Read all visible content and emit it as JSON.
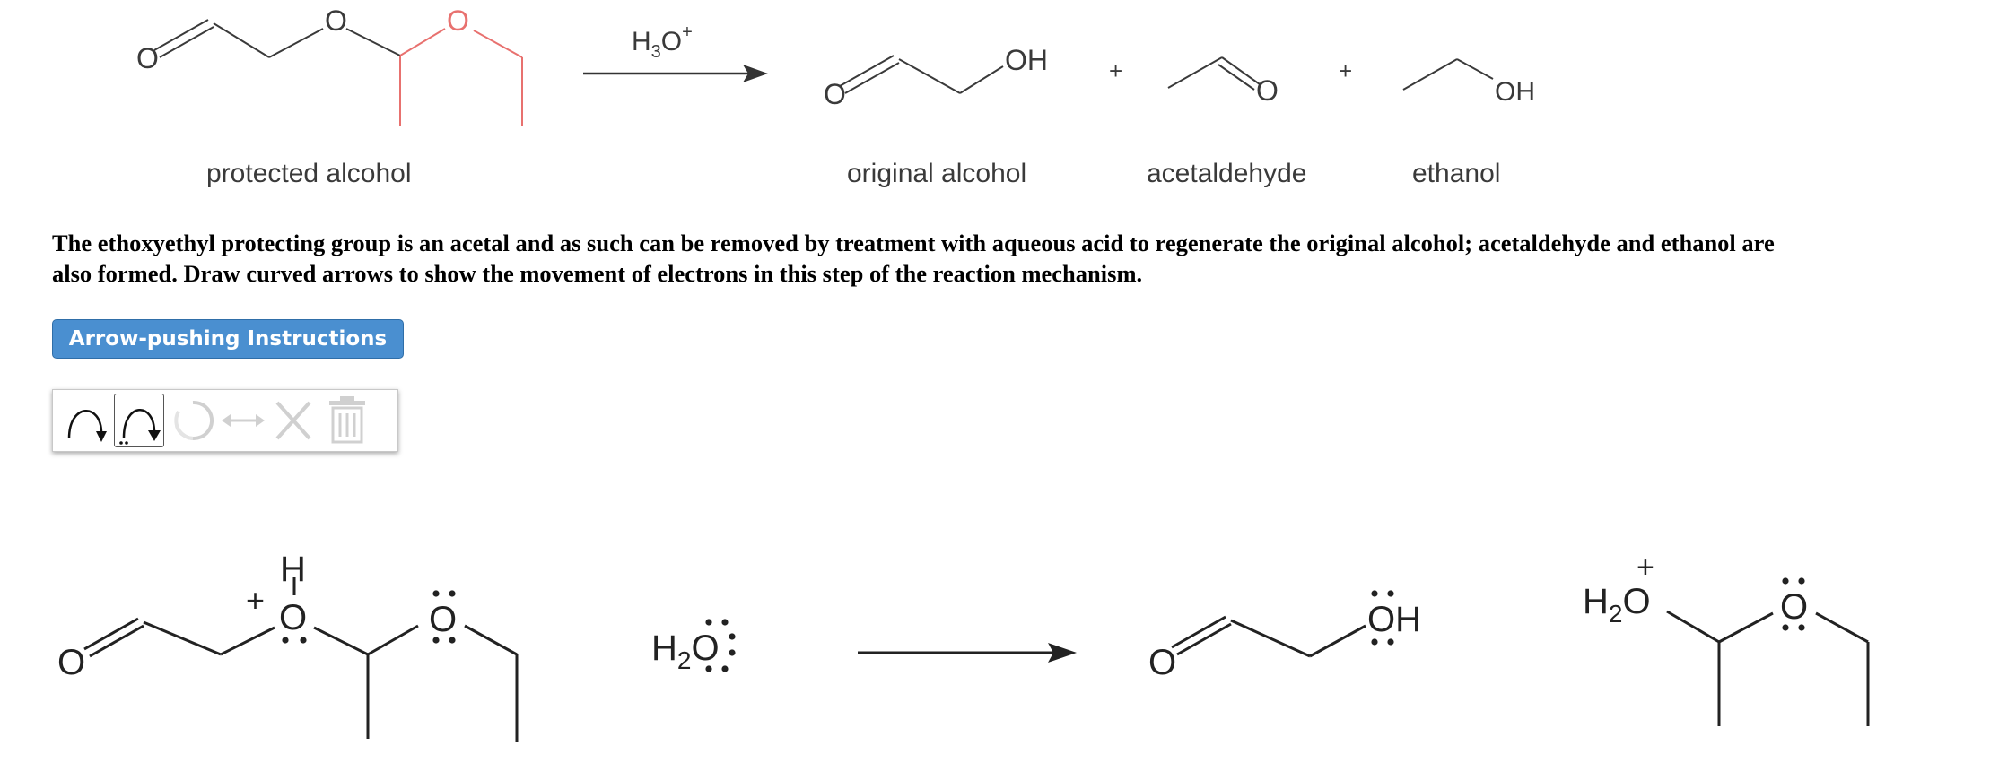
{
  "reaction": {
    "reagent": "H3O+",
    "reactant_name": "protected alcohol",
    "product_names": [
      "original alcohol",
      "acetaldehyde",
      "ethanol"
    ],
    "plus_sign": "+"
  },
  "prompt_lines": [
    "The ethoxyethyl protecting group is an acetal and as such can be removed by treatment with aqueous acid to regenerate the original alcohol; acetaldehyde and ethanol are",
    "also formed. Draw curved arrows to show the movement of electrons in this step of the reaction mechanism."
  ],
  "instructions_button": "Arrow-pushing Instructions",
  "toolbar": {
    "tools": [
      {
        "name": "single-arrow-icon",
        "selected": false,
        "enabled": true
      },
      {
        "name": "double-barbed-arrow-icon",
        "selected": true,
        "enabled": true
      },
      {
        "name": "redo-icon",
        "selected": false,
        "enabled": false
      },
      {
        "name": "resonance-arrow-icon",
        "selected": false,
        "enabled": false
      },
      {
        "name": "delete-icon",
        "selected": false,
        "enabled": false
      },
      {
        "name": "trash-icon",
        "selected": false,
        "enabled": false
      }
    ]
  },
  "mechanism": {
    "atom_labels": {
      "O": "O",
      "H": "H",
      "OH": "OH",
      "H2O": "H2O",
      "plus": "+"
    }
  },
  "colors": {
    "bond": "#3a3a3a",
    "highlight": "#e8716f",
    "button": "#4a8fd0",
    "disabled_tool": "#d0d0d0"
  }
}
